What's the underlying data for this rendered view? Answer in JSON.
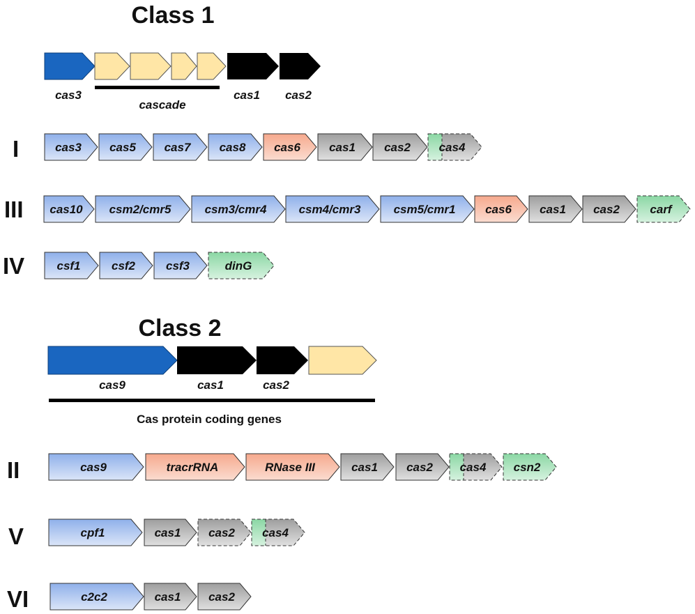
{
  "colors": {
    "blue_fill": "#1a66c0",
    "black_fill": "#000000",
    "yellow_fill": "#ffe6a6",
    "blue_gradient": [
      "#8fb0ea",
      "#dbe5f8"
    ],
    "salmon_gradient": [
      "#f6a98d",
      "#fbdcd0"
    ],
    "gray_gradient": [
      "#9e9e9e",
      "#e0e0e0"
    ],
    "green_gradient": [
      "#8bd7a4",
      "#d6f2df"
    ]
  },
  "class1": {
    "title": "Class 1",
    "labels": {
      "cas3": "cas3",
      "cascade": "cascade",
      "cas1": "cas1",
      "cas2": "cas2"
    }
  },
  "class2": {
    "title": "Class 2",
    "labels": {
      "cas9": "cas9",
      "cas1": "cas1",
      "cas2": "cas2"
    },
    "caption": "Cas protein coding genes"
  },
  "types": [
    {
      "label": "I",
      "genes": [
        {
          "name": "cas3",
          "color": "blue"
        },
        {
          "name": "cas5",
          "color": "blue"
        },
        {
          "name": "cas7",
          "color": "blue"
        },
        {
          "name": "cas8",
          "color": "blue"
        },
        {
          "name": "cas6",
          "color": "salmon"
        },
        {
          "name": "cas1",
          "color": "gray"
        },
        {
          "name": "cas2",
          "color": "gray"
        },
        {
          "name": "cas4",
          "color": "green-gray",
          "dashed": true
        }
      ]
    },
    {
      "label": "III",
      "genes": [
        {
          "name": "cas10",
          "color": "blue"
        },
        {
          "name": "csm2/cmr5",
          "color": "blue"
        },
        {
          "name": "csm3/cmr4",
          "color": "blue"
        },
        {
          "name": "csm4/cmr3",
          "color": "blue"
        },
        {
          "name": "csm5/cmr1",
          "color": "blue"
        },
        {
          "name": "cas6",
          "color": "salmon"
        },
        {
          "name": "cas1",
          "color": "gray"
        },
        {
          "name": "cas2",
          "color": "gray"
        },
        {
          "name": "carf",
          "color": "green",
          "dashed": true
        }
      ]
    },
    {
      "label": "IV",
      "genes": [
        {
          "name": "csf1",
          "color": "blue"
        },
        {
          "name": "csf2",
          "color": "blue"
        },
        {
          "name": "csf3",
          "color": "blue"
        },
        {
          "name": "dinG",
          "color": "green",
          "dashed": true
        }
      ]
    },
    {
      "label": "II",
      "genes": [
        {
          "name": "cas9",
          "color": "blue"
        },
        {
          "name": "tracrRNA",
          "color": "salmon"
        },
        {
          "name": "RNase III",
          "color": "salmon"
        },
        {
          "name": "cas1",
          "color": "gray"
        },
        {
          "name": "cas2",
          "color": "gray"
        },
        {
          "name": "cas4",
          "color": "green-gray",
          "dashed": true
        },
        {
          "name": "csn2",
          "color": "green",
          "dashed": true
        }
      ]
    },
    {
      "label": "V",
      "genes": [
        {
          "name": "cpf1",
          "color": "blue"
        },
        {
          "name": "cas1",
          "color": "gray"
        },
        {
          "name": "cas2",
          "color": "gray",
          "dashed": true
        },
        {
          "name": "cas4",
          "color": "green-gray",
          "dashed": true
        }
      ]
    },
    {
      "label": "VI",
      "genes": [
        {
          "name": "c2c2",
          "color": "blue"
        },
        {
          "name": "cas1",
          "color": "gray"
        },
        {
          "name": "cas2",
          "color": "gray"
        }
      ]
    }
  ]
}
